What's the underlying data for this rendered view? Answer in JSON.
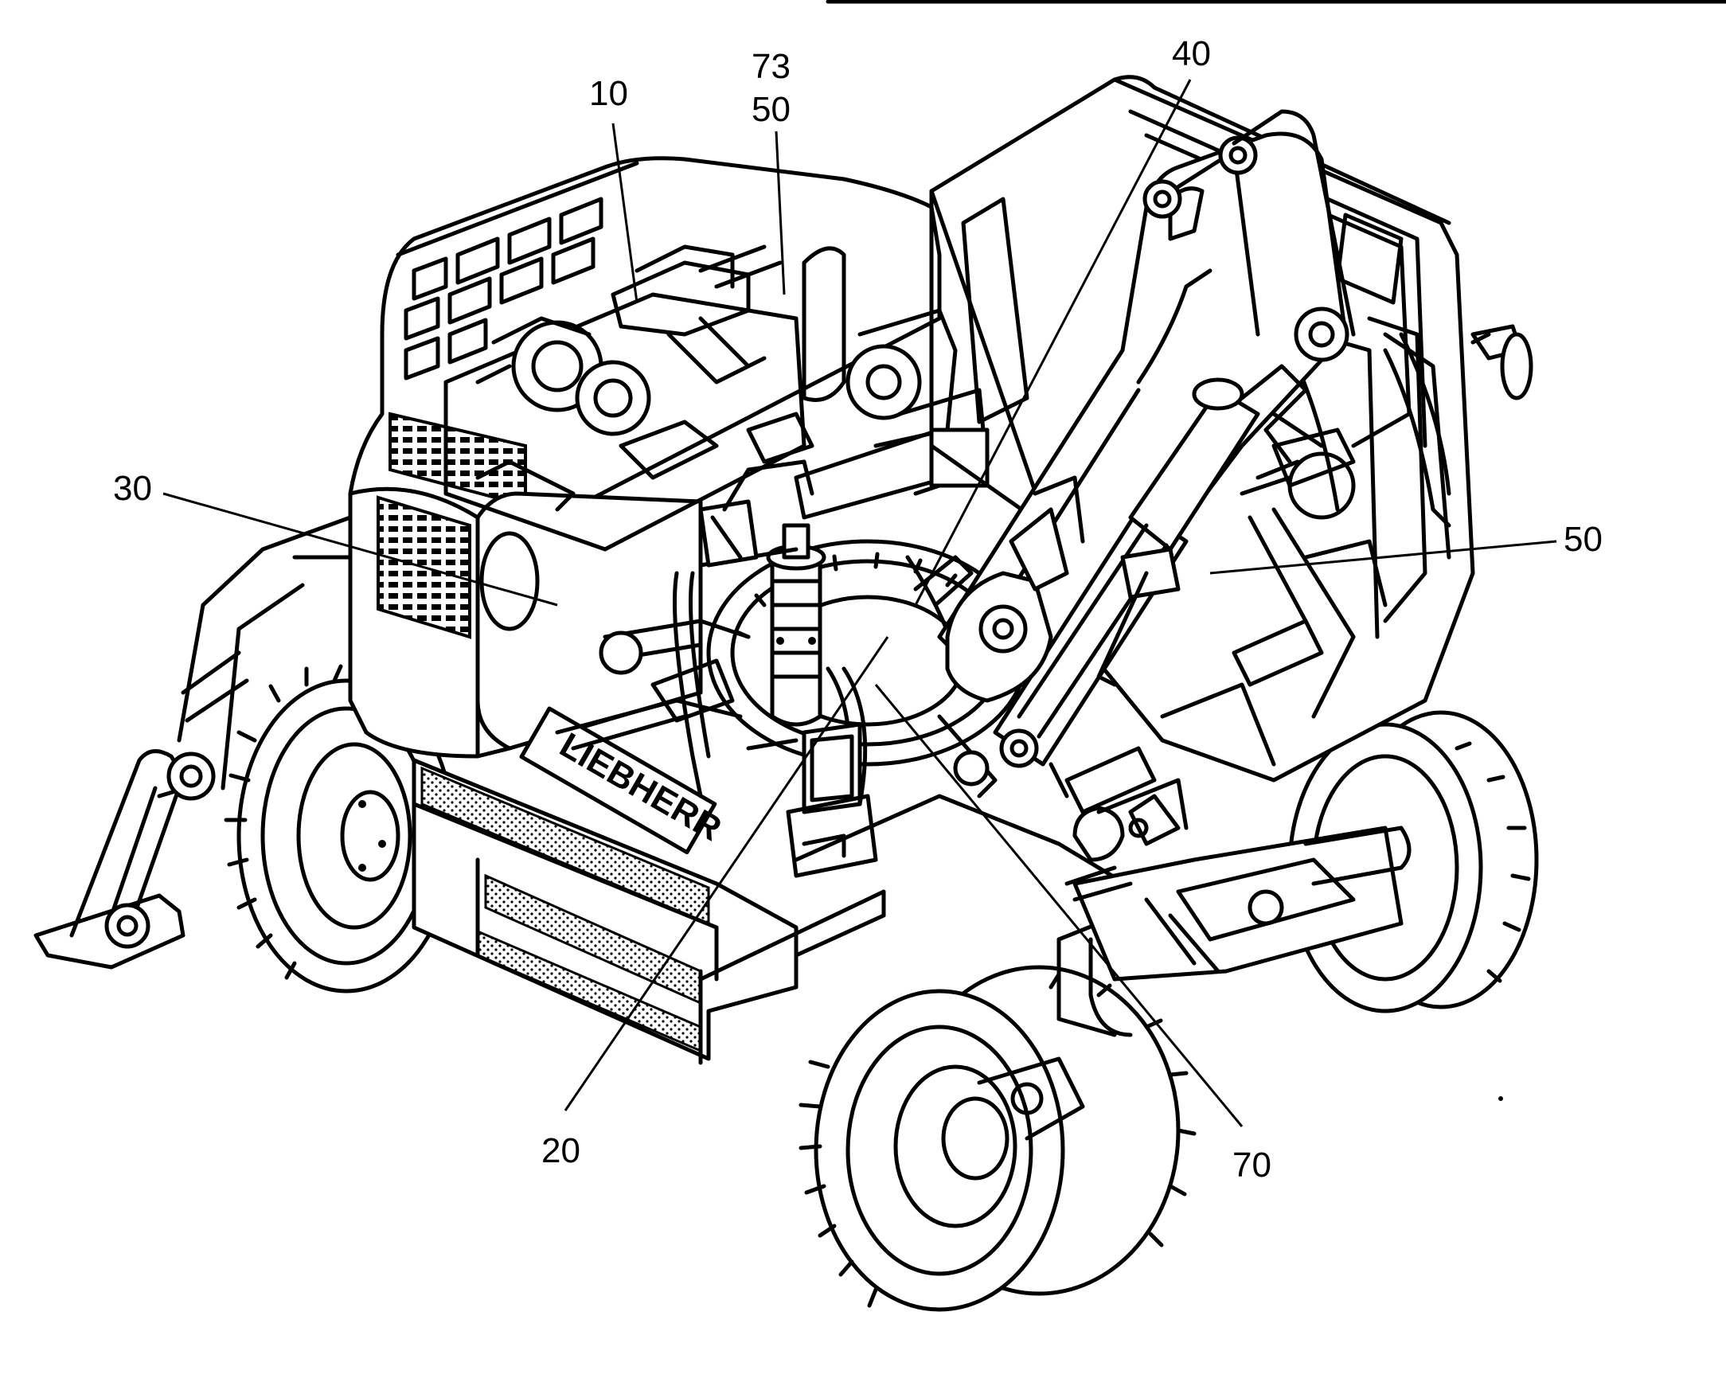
{
  "callouts": [
    {
      "id": "10",
      "text": "10"
    },
    {
      "id": "73",
      "text": "73"
    },
    {
      "id": "50a",
      "text": "50"
    },
    {
      "id": "40",
      "text": "40"
    },
    {
      "id": "30",
      "text": "30"
    },
    {
      "id": "50b",
      "text": "50"
    },
    {
      "id": "20",
      "text": "20"
    },
    {
      "id": "70",
      "text": "70"
    }
  ],
  "machine_lettering": "LIEBHERR",
  "colors": {
    "ink": "#000000",
    "paper": "#ffffff"
  }
}
